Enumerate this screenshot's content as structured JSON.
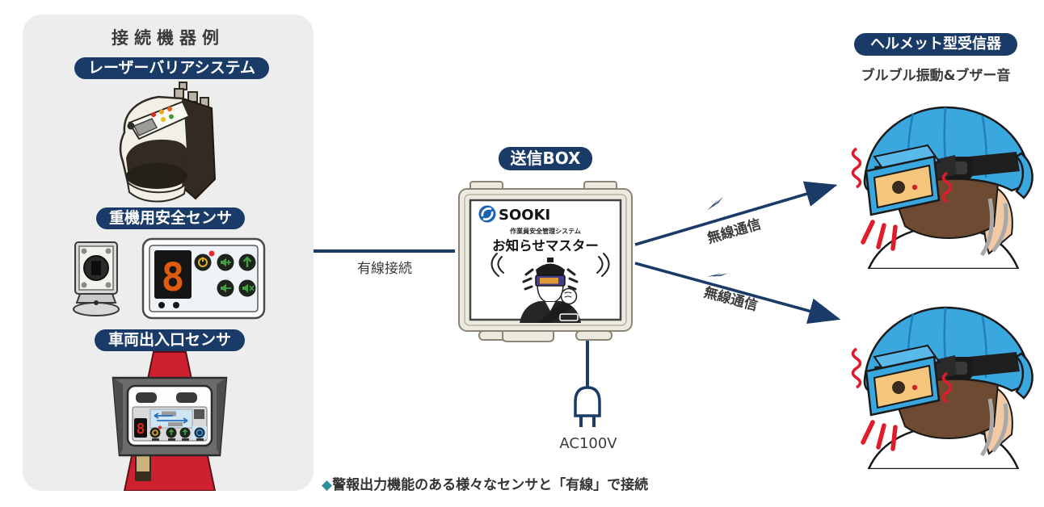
{
  "page": {
    "background": "#ffffff"
  },
  "colors": {
    "navy_accent": "#1a3a68",
    "panel_gray": "#ededed",
    "teal_bullet": "#2f8e9e",
    "helmet_blue": "#3aa7de",
    "alert_red": "#e01b2a",
    "seg_orange": "#e05a10",
    "seg_red": "#d42a1f"
  },
  "left_panel": {
    "title": "接続機器例",
    "devices": [
      {
        "label": "レーザーバリアシステム",
        "icon": "laser-barrier-scanner"
      },
      {
        "label": "重機用安全センサ",
        "icon": "heavy-machinery-safety-sensor",
        "display_digit": "8"
      },
      {
        "label": "車両出入口センサ",
        "icon": "vehicle-gate-sensor",
        "display_digit": "8"
      }
    ]
  },
  "center": {
    "box_label": "送信BOX",
    "wired_connection_label": "有線接続",
    "power_label": "AC100V",
    "device_face": {
      "brand": "SOOKI",
      "system_name": "作業員安全管理システム",
      "product_name": "お知らせマスター"
    }
  },
  "right": {
    "header_label": "ヘルメット型受信器",
    "subtitle": "ブルブル振動&ブザー音",
    "wireless_links": [
      {
        "label": "無線通信"
      },
      {
        "label": "無線通信"
      }
    ]
  },
  "footer": {
    "bullet": "◆",
    "note": "警報出力機能のある様々なセンサと「有線」で接続"
  }
}
